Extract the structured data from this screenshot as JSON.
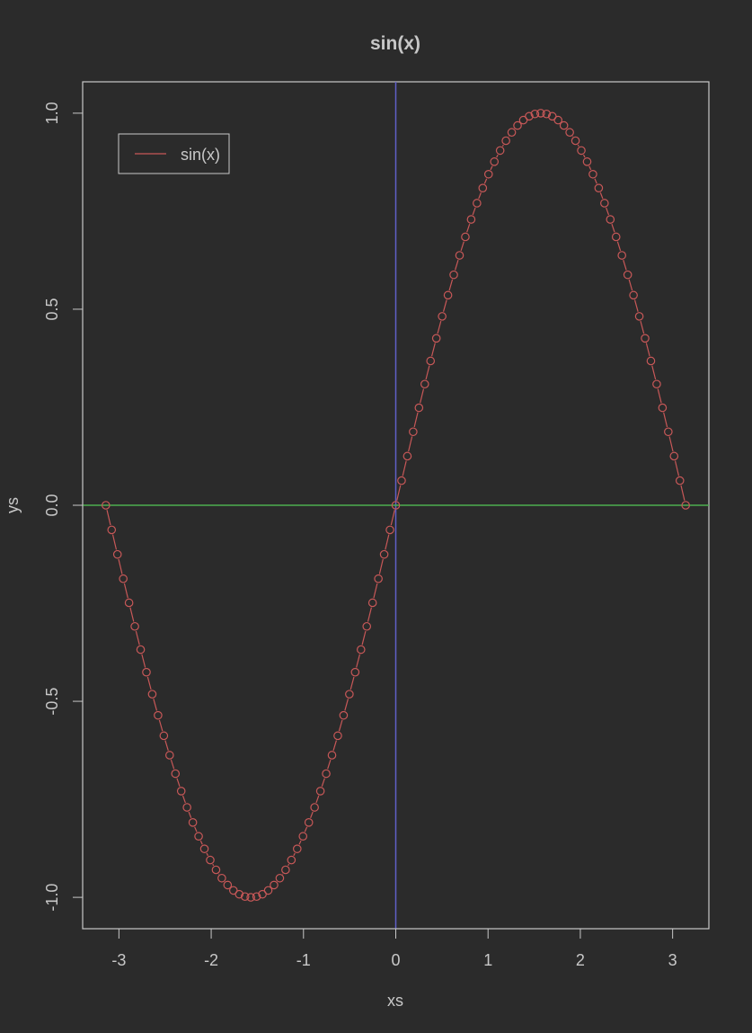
{
  "chart_data": {
    "type": "scatter",
    "title": "sin(x)",
    "xlabel": "xs",
    "ylabel": "ys",
    "xlim": [
      -3.3929,
      3.3929
    ],
    "ylim": [
      -1.08,
      1.08
    ],
    "x_ticks": [
      -3,
      -2,
      -1,
      0,
      1,
      2,
      3
    ],
    "x_tick_labels": [
      "-3",
      "-2",
      "-1",
      "0",
      "1",
      "2",
      "3"
    ],
    "y_ticks": [
      -1.0,
      -0.5,
      0.0,
      0.5,
      1.0
    ],
    "y_tick_labels": [
      "-1.0",
      "-0.5",
      "0.0",
      "0.5",
      "1.0"
    ],
    "grid": false,
    "series": [
      {
        "name": "sin(x)",
        "style": "points connected by line",
        "x": [
          -3.1416,
          -3.0788,
          -3.0159,
          -2.9531,
          -2.8903,
          -2.8274,
          -2.7646,
          -2.7018,
          -2.6389,
          -2.5761,
          -2.5133,
          -2.4504,
          -2.3876,
          -2.3248,
          -2.2619,
          -2.1991,
          -2.1363,
          -2.0735,
          -2.0106,
          -1.9478,
          -1.885,
          -1.8221,
          -1.7593,
          -1.6965,
          -1.6336,
          -1.5708,
          -1.508,
          -1.4451,
          -1.3823,
          -1.3195,
          -1.2566,
          -1.1938,
          -1.131,
          -1.0681,
          -1.0053,
          -0.9425,
          -0.8796,
          -0.8168,
          -0.754,
          -0.6912,
          -0.6283,
          -0.5655,
          -0.5027,
          -0.4398,
          -0.377,
          -0.3142,
          -0.2513,
          -0.1885,
          -0.1257,
          -0.0628,
          0.0,
          0.0628,
          0.1257,
          0.1885,
          0.2513,
          0.3142,
          0.377,
          0.4398,
          0.5027,
          0.5655,
          0.6283,
          0.6912,
          0.754,
          0.8168,
          0.8796,
          0.9425,
          1.0053,
          1.0681,
          1.131,
          1.1938,
          1.2566,
          1.3195,
          1.3823,
          1.4451,
          1.508,
          1.5708,
          1.6336,
          1.6965,
          1.7593,
          1.8221,
          1.885,
          1.9478,
          2.0106,
          2.0735,
          2.1363,
          2.1991,
          2.2619,
          2.3248,
          2.3876,
          2.4504,
          2.5133,
          2.5761,
          2.6389,
          2.7018,
          2.7646,
          2.8274,
          2.8903,
          2.9531,
          3.0159,
          3.0788,
          3.1416
        ],
        "y": [
          0.0,
          -0.0628,
          -0.1253,
          -0.1874,
          -0.2487,
          -0.309,
          -0.3681,
          -0.4258,
          -0.4818,
          -0.5358,
          -0.5878,
          -0.6374,
          -0.6845,
          -0.729,
          -0.7705,
          -0.809,
          -0.8443,
          -0.8763,
          -0.9048,
          -0.9298,
          -0.9511,
          -0.9686,
          -0.9823,
          -0.9921,
          -0.998,
          -1.0,
          -0.998,
          -0.9921,
          -0.9823,
          -0.9686,
          -0.9511,
          -0.9298,
          -0.9048,
          -0.8763,
          -0.8443,
          -0.809,
          -0.7705,
          -0.729,
          -0.6845,
          -0.6374,
          -0.5878,
          -0.5358,
          -0.4818,
          -0.4258,
          -0.3681,
          -0.309,
          -0.2487,
          -0.1874,
          -0.1253,
          -0.0628,
          0.0,
          0.0628,
          0.1253,
          0.1874,
          0.2487,
          0.309,
          0.3681,
          0.4258,
          0.4818,
          0.5358,
          0.5878,
          0.6374,
          0.6845,
          0.729,
          0.7705,
          0.809,
          0.8443,
          0.8763,
          0.9048,
          0.9298,
          0.9511,
          0.9686,
          0.9823,
          0.9921,
          0.998,
          1.0,
          0.998,
          0.9921,
          0.9823,
          0.9686,
          0.9511,
          0.9298,
          0.9048,
          0.8763,
          0.8443,
          0.809,
          0.7705,
          0.729,
          0.6845,
          0.6374,
          0.5878,
          0.5358,
          0.4818,
          0.4258,
          0.3681,
          0.309,
          0.2487,
          0.1874,
          0.1253,
          0.0628,
          0.0
        ]
      }
    ],
    "reference_lines": [
      {
        "orientation": "vertical",
        "value": 0,
        "color": "#6060c8"
      },
      {
        "orientation": "horizontal",
        "value": 0,
        "color": "#4caf50"
      }
    ],
    "legend": {
      "position": "top-left",
      "entries": [
        "sin(x)"
      ]
    },
    "colors": {
      "background": "#2b2b2b",
      "foreground": "#c8c8c8",
      "series": "#c85858",
      "vline": "#6060c8",
      "hline": "#4caf50"
    }
  }
}
